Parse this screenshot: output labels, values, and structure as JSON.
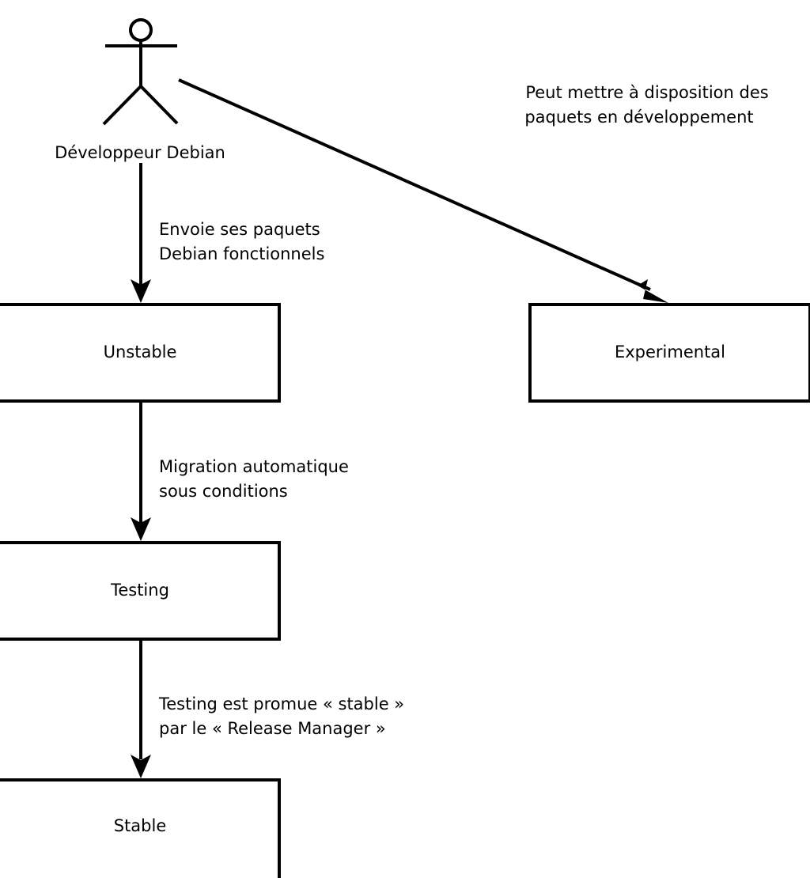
{
  "diagram": {
    "title": "Debian package flow diagram",
    "background_color": "#ffffff",
    "line_color": "#000000",
    "actor": {
      "name": "developer-actor",
      "label": "Développeur Debian"
    },
    "nodes": [
      {
        "id": "unstable",
        "label": "Unstable"
      },
      {
        "id": "experimental",
        "label": "Experimental"
      },
      {
        "id": "testing",
        "label": "Testing"
      },
      {
        "id": "stable",
        "label": "Stable"
      }
    ],
    "edges": [
      {
        "id": "dev-to-unstable",
        "from": "developer",
        "to": "unstable",
        "label_line1": "Envoie ses paquets",
        "label_line2": "Debian fonctionnels"
      },
      {
        "id": "dev-to-experimental",
        "from": "developer",
        "to": "experimental",
        "label_line1": "Peut mettre à disposition des",
        "label_line2": "paquets en développement"
      },
      {
        "id": "unstable-to-testing",
        "from": "unstable",
        "to": "testing",
        "label_line1": "Migration automatique",
        "label_line2": "sous conditions"
      },
      {
        "id": "testing-to-stable",
        "from": "testing",
        "to": "stable",
        "label_line1": "Testing est promue « stable »",
        "label_line2": "par le « Release Manager »"
      }
    ]
  }
}
